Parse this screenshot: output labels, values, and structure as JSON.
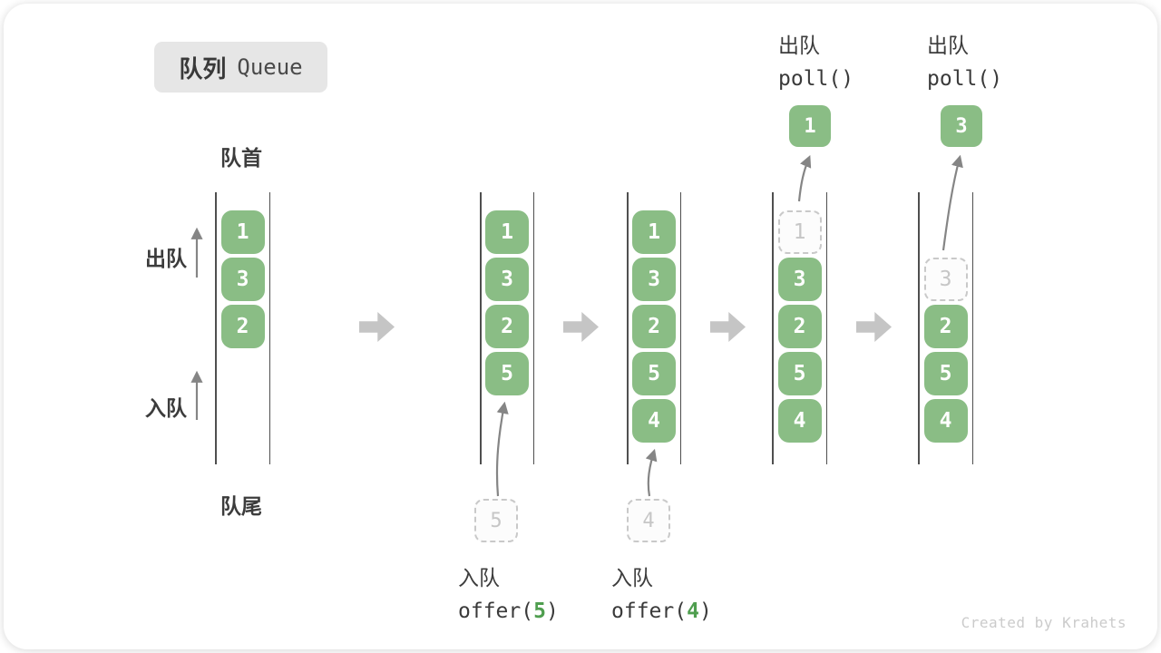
{
  "title": {
    "zh": "队列",
    "en": "Queue"
  },
  "side_labels": {
    "front": "队首",
    "rear": "队尾",
    "dequeue": "出队",
    "enqueue": "入队"
  },
  "colors": {
    "box_green": "#8abd85",
    "accent_green": "#4f9e4f",
    "block_arrow_gray": "#c5c5c5",
    "thin_arrow_gray": "#858585",
    "dashed_gray": "#c9c9c9"
  },
  "columns": [
    {
      "cells": [
        {
          "value": "1"
        },
        {
          "value": "3"
        },
        {
          "value": "2"
        }
      ]
    },
    {
      "cells": [
        {
          "value": "1"
        },
        {
          "value": "3"
        },
        {
          "value": "2"
        },
        {
          "value": "5"
        }
      ],
      "pending": "5",
      "op": {
        "zh": "入队",
        "code_pre": "offer(",
        "arg": "5",
        "code_post": ")"
      }
    },
    {
      "cells": [
        {
          "value": "1"
        },
        {
          "value": "3"
        },
        {
          "value": "2"
        },
        {
          "value": "5"
        },
        {
          "value": "4"
        }
      ],
      "pending": "4",
      "op": {
        "zh": "入队",
        "code_pre": "offer(",
        "arg": "4",
        "code_post": ")"
      }
    },
    {
      "cells": [
        {
          "value": "1",
          "removed": true
        },
        {
          "value": "3"
        },
        {
          "value": "2"
        },
        {
          "value": "5"
        },
        {
          "value": "4"
        }
      ],
      "popped": "1",
      "op": {
        "zh": "出队",
        "code": "poll()"
      }
    },
    {
      "start_slot": 1,
      "cells": [
        {
          "value": "3",
          "removed": true
        },
        {
          "value": "2"
        },
        {
          "value": "5"
        },
        {
          "value": "4"
        }
      ],
      "popped": "3",
      "op": {
        "zh": "出队",
        "code": "poll()"
      }
    }
  ],
  "watermark": "Created by Krahets"
}
